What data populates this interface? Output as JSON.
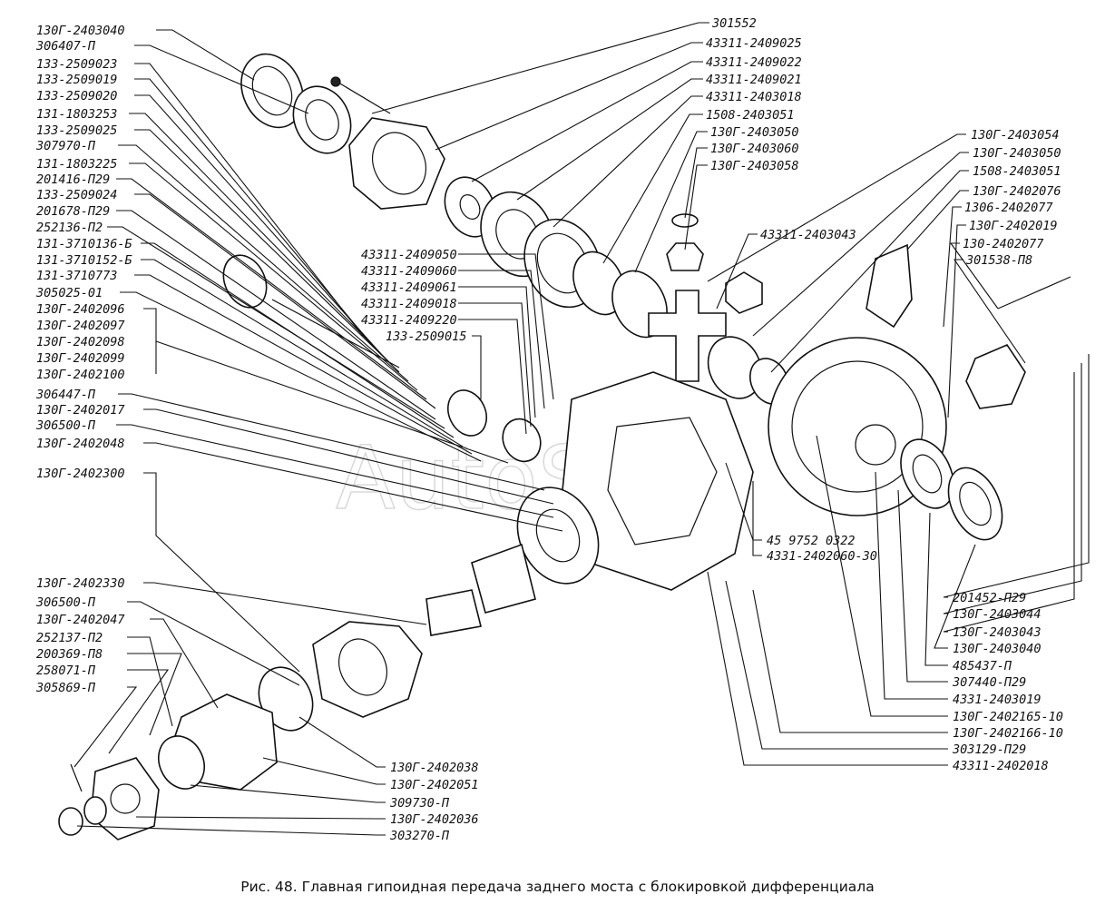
{
  "caption": "Рис. 48. Главная гипоидная передача заднего моста с блокировкой дифференциала",
  "watermark": "AutoSoft",
  "labels_left_top": [
    "130Г-2403040",
    "306407-П",
    "133-2509023",
    "133-2509019",
    "133-2509020",
    "131-1803253",
    "133-2509025",
    "307970-П",
    "131-1803225",
    "201416-П29",
    "133-2509024",
    "201678-П29",
    "252136-П2",
    "131-3710136-Б",
    "131-3710152-Б",
    "131-3710773",
    "305025-01",
    "130Г-2402096",
    "130Г-2402097",
    "130Г-2402098",
    "130Г-2402099",
    "130Г-2402100",
    "306447-П",
    "130Г-2402017",
    "306500-П",
    "130Г-2402048"
  ],
  "labels_left_mid": [
    "130Г-2402300"
  ],
  "labels_left_bottom": [
    "130Г-2402330",
    "306500-П",
    "130Г-2402047",
    "252137-П2",
    "200369-П8",
    "258071-П",
    "305869-П"
  ],
  "labels_top_right": [
    "301552",
    "43311-2409025",
    "43311-2409022",
    "43311-2409021",
    "43311-2403018",
    "1508-2403051",
    "130Г-2403050",
    "130Г-2403060",
    "130Г-2403058"
  ],
  "labels_center": [
    "43311-2409050",
    "43311-2409060",
    "43311-2409061",
    "43311-2409018",
    "43311-2409220",
    "133-2509015"
  ],
  "label_diff_pin": "43311-2403043",
  "labels_right_top": [
    "130Г-2403054",
    "130Г-2403050",
    "1508-2403051",
    "130Г-2402076",
    "1306-2402077",
    "130Г-2402019",
    "130-2402077",
    "301538-П8"
  ],
  "labels_housing": [
    "45 9752 0322",
    "4331-2402060-30"
  ],
  "labels_right_bottom": [
    "201452-П29",
    "130Г-2403044",
    "130Г-2403043",
    "130Г-2403040",
    "485437-П",
    "307440-П29",
    "4331-2403019",
    "130Г-2402165-10",
    "130Г-2402166-10",
    "303129-П29",
    "43311-2402018"
  ],
  "labels_bottom_center": [
    "130Г-2402038",
    "130Г-2402051",
    "309730-П",
    "130Г-2402036",
    "303270-П"
  ]
}
